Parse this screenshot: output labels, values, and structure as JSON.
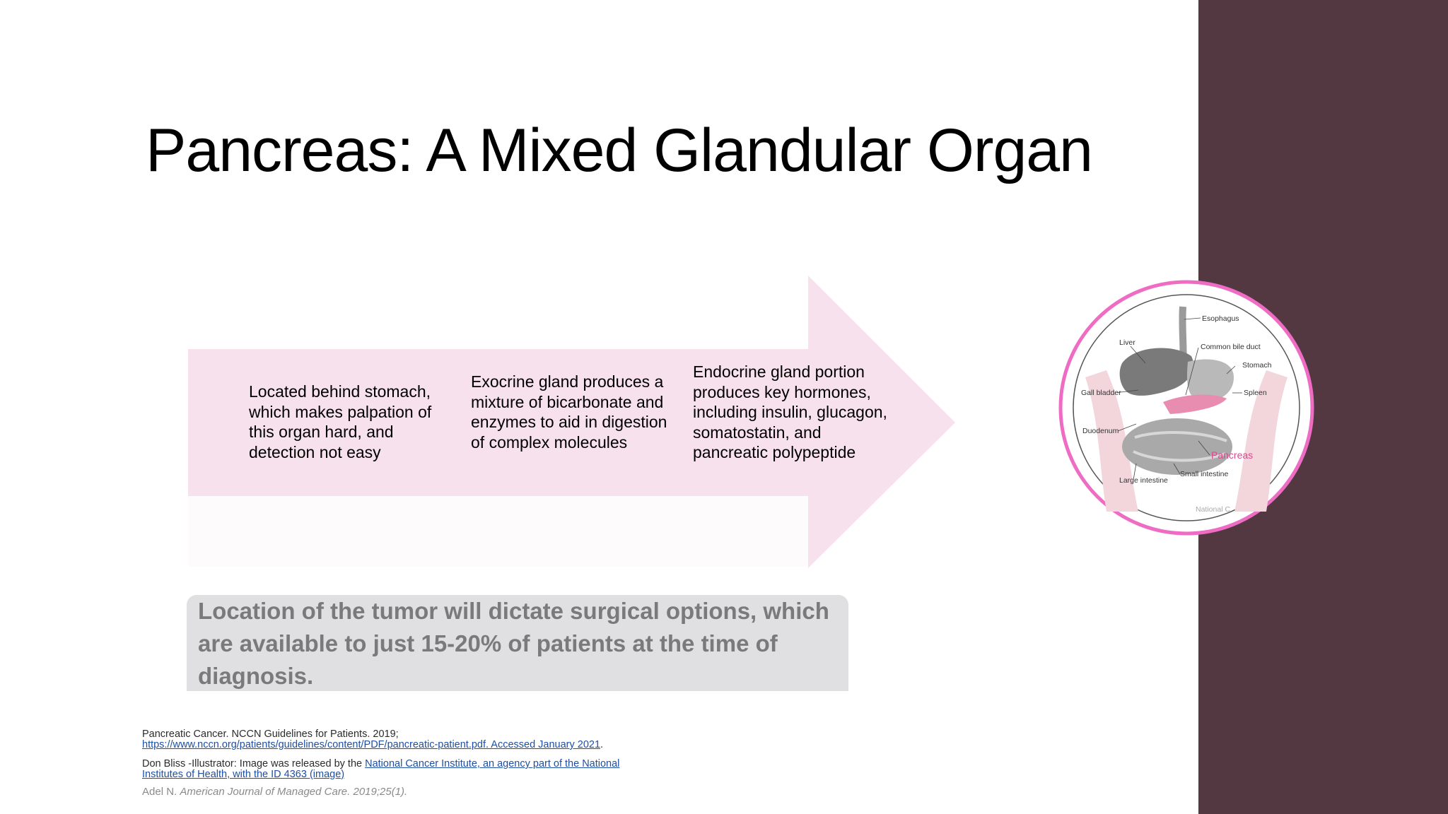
{
  "slide": {
    "title": "Pancreas: A Mixed Glandular Organ",
    "colors": {
      "side_band": "#533842",
      "arrow_fill": "#f7e1ec",
      "badge_ring": "#ee6cc3",
      "callout_bg": "#e0dfe1",
      "callout_text": "#7a7a7a",
      "link": "#1e4fa3"
    }
  },
  "arrow": {
    "items": [
      "Located behind stomach, which makes palpation of this organ hard, and detection not easy",
      "Exocrine gland produces a mixture of bicarbonate and enzymes to aid in digestion of complex molecules",
      "Endocrine gland portion produces key hormones, including insulin, glucagon, somatostatin, and pancreatic polypeptide"
    ]
  },
  "callout": {
    "text": "Location of the tumor will dictate surgical options, which are available to just 15-20% of patients at the time of diagnosis."
  },
  "anatomy_image": {
    "labels": {
      "esophagus": "Esophagus",
      "liver": "Liver",
      "common_bile_duct": "Common bile duct",
      "stomach": "Stomach",
      "gall_bladder": "Gall bladder",
      "spleen": "Spleen",
      "duodenum": "Duodenum",
      "pancreas": "Pancreas",
      "small_intestine": "Small intestine",
      "large_intestine": "Large intestine",
      "credit": "National C"
    }
  },
  "references": {
    "ref1_text": "Pancreatic Cancer. NCCN Guidelines for Patients. 2019;",
    "ref1_link": "https://www.nccn.org/patients/guidelines/content/PDF/pancreatic-patient.pdf. Accessed January 2021",
    "ref1_end": ".",
    "ref2_text": "Don Bliss -Illustrator: Image was released by the ",
    "ref2_link_line1": "National Cancer Institute, an agency part of the National",
    "ref2_link_line2": "Institutes of Health, with the ID 4363 (image)",
    "ref3_author": "Adel N. ",
    "ref3_journal": "American Journal of Managed Care. 2019;25(1)."
  }
}
